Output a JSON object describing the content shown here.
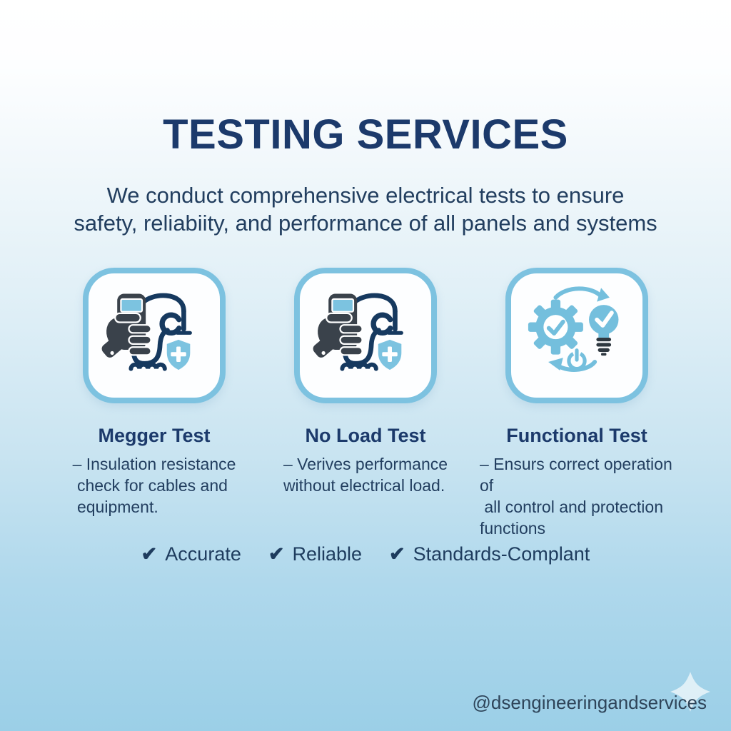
{
  "page": {
    "title": "TESTING SERVICES",
    "subtitle": "We conduct comprehensive electrical tests to ensure\nsafety, reliabiity, and performance of all panels and systems"
  },
  "cards": [
    {
      "icon": "multimeter-hand-shield-icon",
      "title": "Megger Test",
      "description": "– Insulation resistance\n check for cables and\n equipment."
    },
    {
      "icon": "multimeter-hand-shield-icon",
      "title": "No Load Test",
      "description": "– Verives performance\nwithout electrical load."
    },
    {
      "icon": "gear-bulb-power-check-icon",
      "title": "Functional Test",
      "description": "– Ensurs correct operation of\n all control and protection\nfunctions"
    }
  ],
  "badges": {
    "check_glyph": "✔",
    "items": [
      {
        "label": "Accurate"
      },
      {
        "label": "Reliable"
      },
      {
        "label": "Standards-Complant"
      }
    ]
  },
  "footer": {
    "handle": "@dsengineeringandservices",
    "icon": "sparkle-icon"
  },
  "colors": {
    "title_navy": "#1c3a6b",
    "body_navy": "#223e5f",
    "accent_blue": "#7dc2e0",
    "icon_blue": "#74bfdd",
    "icon_navy": "#16395f",
    "icon_dark": "#3a424b",
    "background_bottom": "#9bcfe7",
    "background_top": "#ffffff"
  }
}
